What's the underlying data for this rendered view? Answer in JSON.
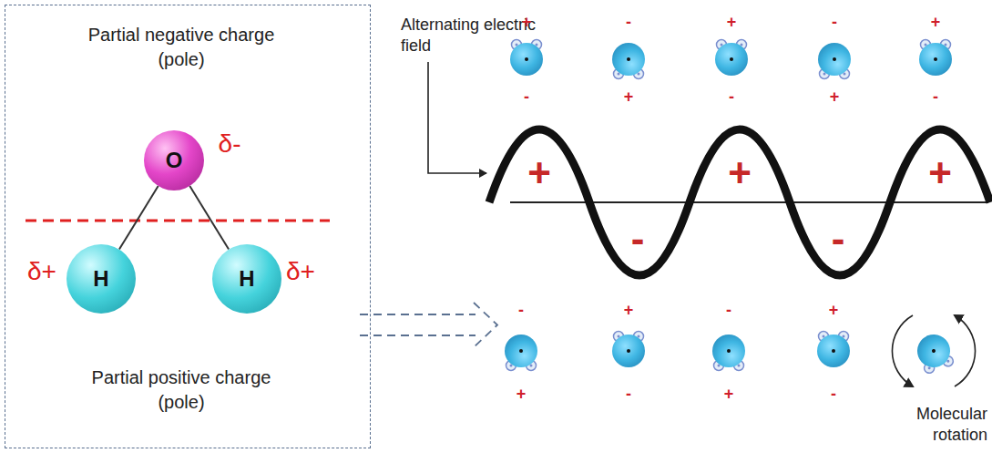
{
  "diagram": {
    "nodes": [
      {
        "text": [
          "Partial negative charge (pole)",
          "Partial positive charge (pole)"
        ]
      },
      {
        "text": [
          "O"
        ],
        "in": 0
      },
      {
        "text": [
          "H"
        ],
        "in": 0
      },
      {
        "text": [
          "H"
        ],
        "in": 0
      }
    ],
    "edges": [
      {
        "from": 1,
        "to": 2,
        "arrow": "none"
      },
      {
        "from": 1,
        "to": 3,
        "arrow": "none"
      }
    ],
    "labels": [
      "δ-",
      "δ+",
      "δ+",
      "Alternating electric field",
      "+",
      "-",
      "-",
      "+",
      "+",
      "-",
      "-",
      "+",
      "+",
      "-",
      "+",
      "-",
      "+",
      "-",
      "+",
      "-",
      "+",
      "+",
      "-",
      "-",
      "+",
      "+",
      "-",
      "Molecular rotation"
    ]
  }
}
